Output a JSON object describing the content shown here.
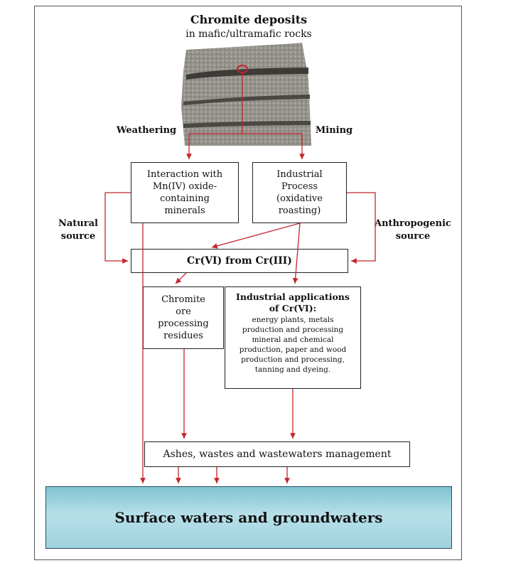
{
  "header": {
    "title": "Chromite deposits",
    "subtitle": "in mafic/ultramafic rocks"
  },
  "labels": {
    "weathering": "Weathering",
    "mining": "Mining",
    "natural_source_line1": "Natural",
    "natural_source_line2": "source",
    "anthropogenic_line1": "Anthropogenic",
    "anthropogenic_line2": "source"
  },
  "boxes": {
    "interaction": [
      "Interaction with",
      "Mn(IV) oxide-",
      "containing",
      "minerals"
    ],
    "industrial_process": [
      "Industrial",
      "Process",
      "(oxidative",
      "roasting)"
    ],
    "cr6": "Cr(VI) from Cr(III)",
    "residues": [
      "Chromite",
      "ore",
      "processing",
      "residues"
    ],
    "applications_title": [
      "Industrial applications",
      "of Cr(VI):"
    ],
    "applications_body": [
      "energy plants, metals",
      "production and processing",
      "mineral and chemical",
      "production, paper and wood",
      "production and processing,",
      "tanning and dyeing."
    ],
    "ashes": "Ashes, wastes and wastewaters management",
    "surface": "Surface waters and groundwaters"
  },
  "colors": {
    "arrow": "#c0262c",
    "water_top": "#6fb8c9",
    "water_mid": "#a9d9e4",
    "rock": "#8d8a83"
  }
}
